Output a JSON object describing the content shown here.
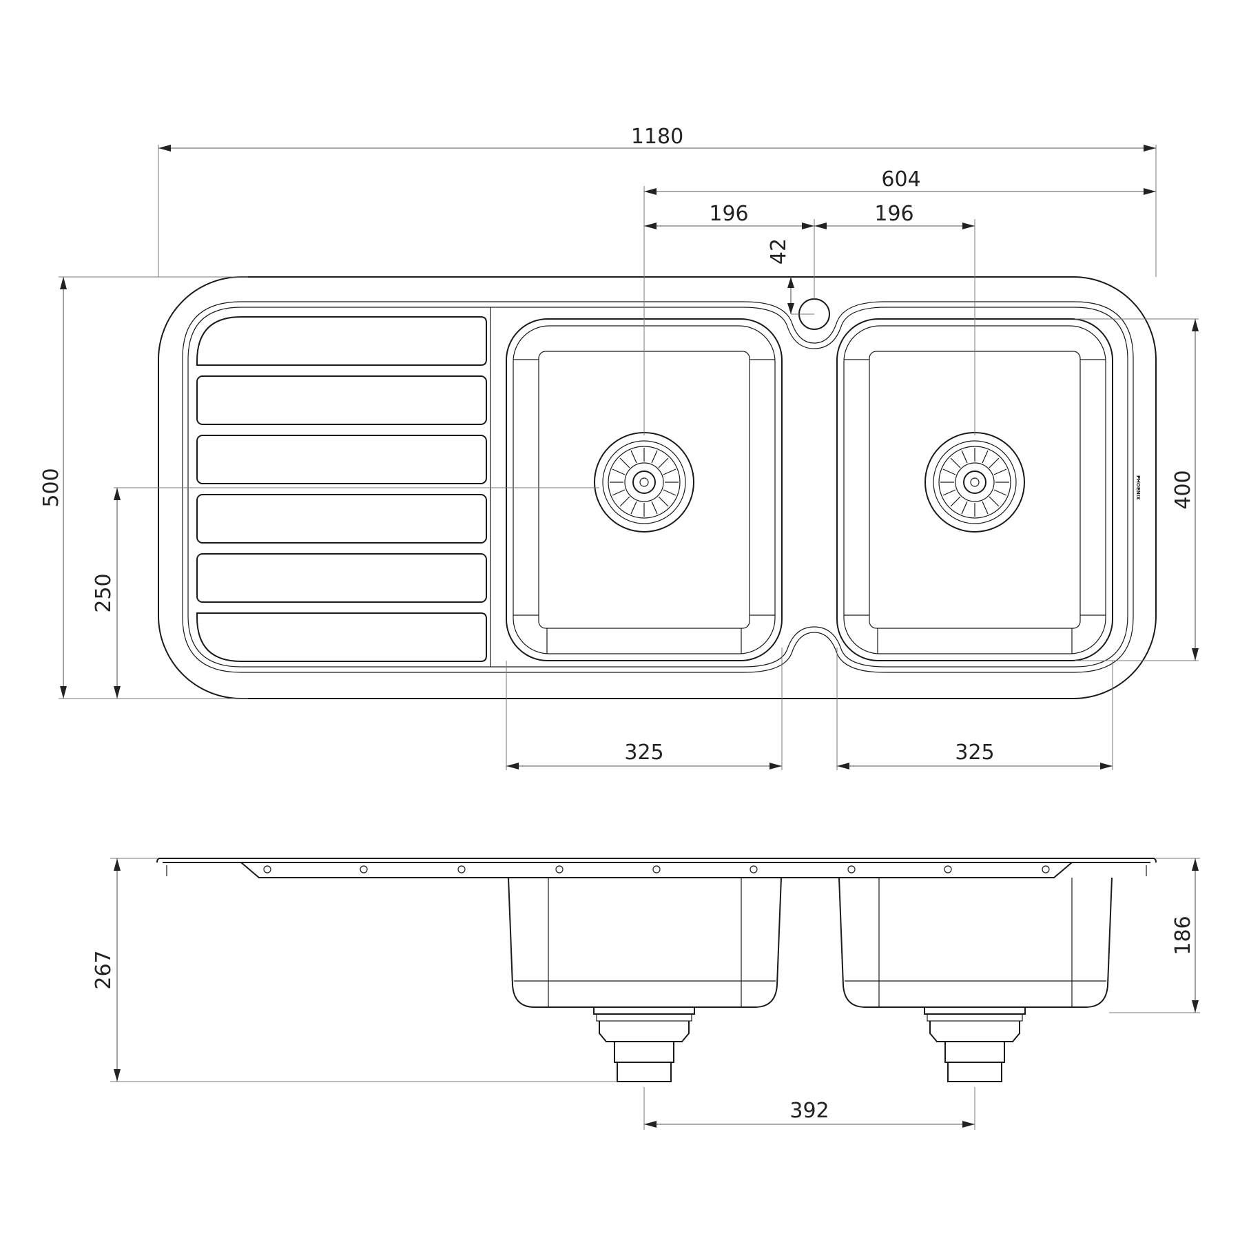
{
  "dimensions": {
    "overall_width": "1180",
    "bowls_width": "604",
    "left_offset": "196",
    "right_offset": "196",
    "tap_offset": "42",
    "overall_depth": "500",
    "waste_center": "250",
    "bowl_length": "400",
    "left_bowl_width": "325",
    "right_bowl_width": "325",
    "overall_height": "267",
    "bowl_depth": "186",
    "waste_spacing": "392"
  },
  "brand": "PHOENIX",
  "colors": {
    "line": "#1a1a1a",
    "dimension": "#555555",
    "background": "#ffffff"
  }
}
